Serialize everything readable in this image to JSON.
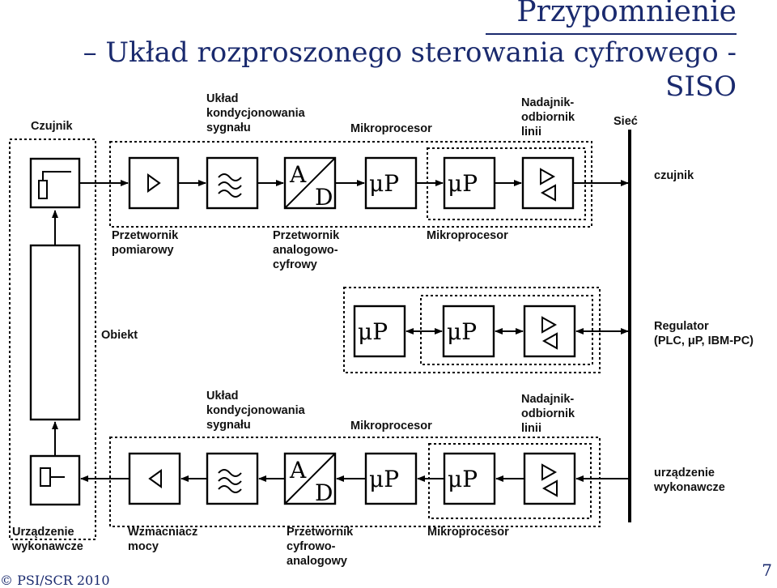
{
  "slide": {
    "title": "Przypomnienie",
    "subtitle": "– Układ rozproszonego sterowania cyfrowego - SISO",
    "footer": "© PSI/SCR 2010",
    "page_number": "7"
  },
  "diagram": {
    "labels": {
      "czujnik_title": "Czujnik",
      "uklad_top": "Układ\nkondycjonowania\nsygnału",
      "mikroprocesor_top": "Mikroprocesor",
      "nadajnik_top": "Nadajnik-\nodbiornik\nlinii",
      "siec": "Sieć",
      "czujnik_side": "czujnik",
      "przetwornik_pomiarowy": "Przetwornik\npomiarowy",
      "przetwornik_ac": "Przetwornik\nanalogowo-\ncyfrowy",
      "mikroprocesor_mid1": "Mikroprocesor",
      "obiekt": "Obiekt",
      "regulator": "Regulator\n(PLC, μP, IBM-PC)",
      "uklad_bottom": "Układ\nkondycjonowania\nsygnału",
      "mikroprocesor_bottom": "Mikroprocesor",
      "nadajnik_bottom": "Nadajnik-\nodbiornik\nlinii",
      "urzadzenie_side": "urządzenie\nwykonawcze",
      "urzadzenie_bottom": "Urządzenie\nwykonawcze",
      "wzmacniacz": "Wzmacniacz\nmocy",
      "przetwornik_ca": "Przetwornik\ncyfrowo-\nanalogowy",
      "mikroprocesor_bottom2": "Mikroprocesor"
    },
    "glyphs": {
      "micro": "μP",
      "ad_a": "A",
      "ad_d": "D"
    }
  }
}
